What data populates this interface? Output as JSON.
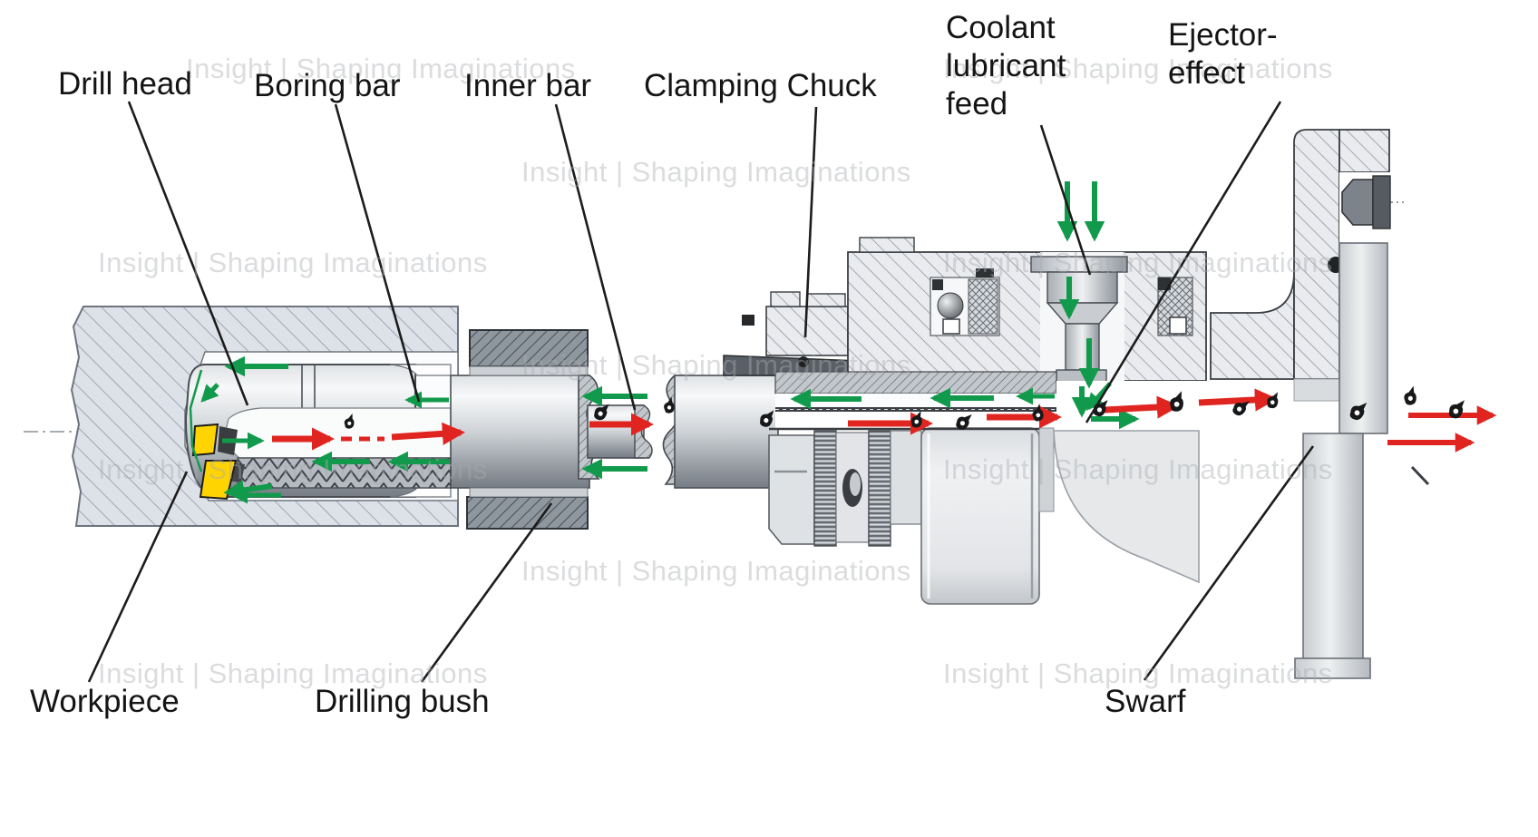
{
  "labels": {
    "drill_head": "Drill head",
    "boring_bar": "Boring bar",
    "inner_bar": "Inner bar",
    "clamping_chuck": "Clamping Chuck",
    "coolant_feed": "Coolant\nlubricant\nfeed",
    "ejector_effect": "Ejector-\neffect",
    "workpiece": "Workpiece",
    "drilling_bush": "Drilling bush",
    "swarf": "Swarf"
  },
  "watermark": {
    "text": "Insight | Shaping Imaginations"
  },
  "colors": {
    "coolant_flow": "#129a4c",
    "swarf_flow": "#e02520",
    "cutting_insert": "#ffd400",
    "workpiece_fill": "#dde2e9",
    "steel_dark": "#595f66"
  }
}
